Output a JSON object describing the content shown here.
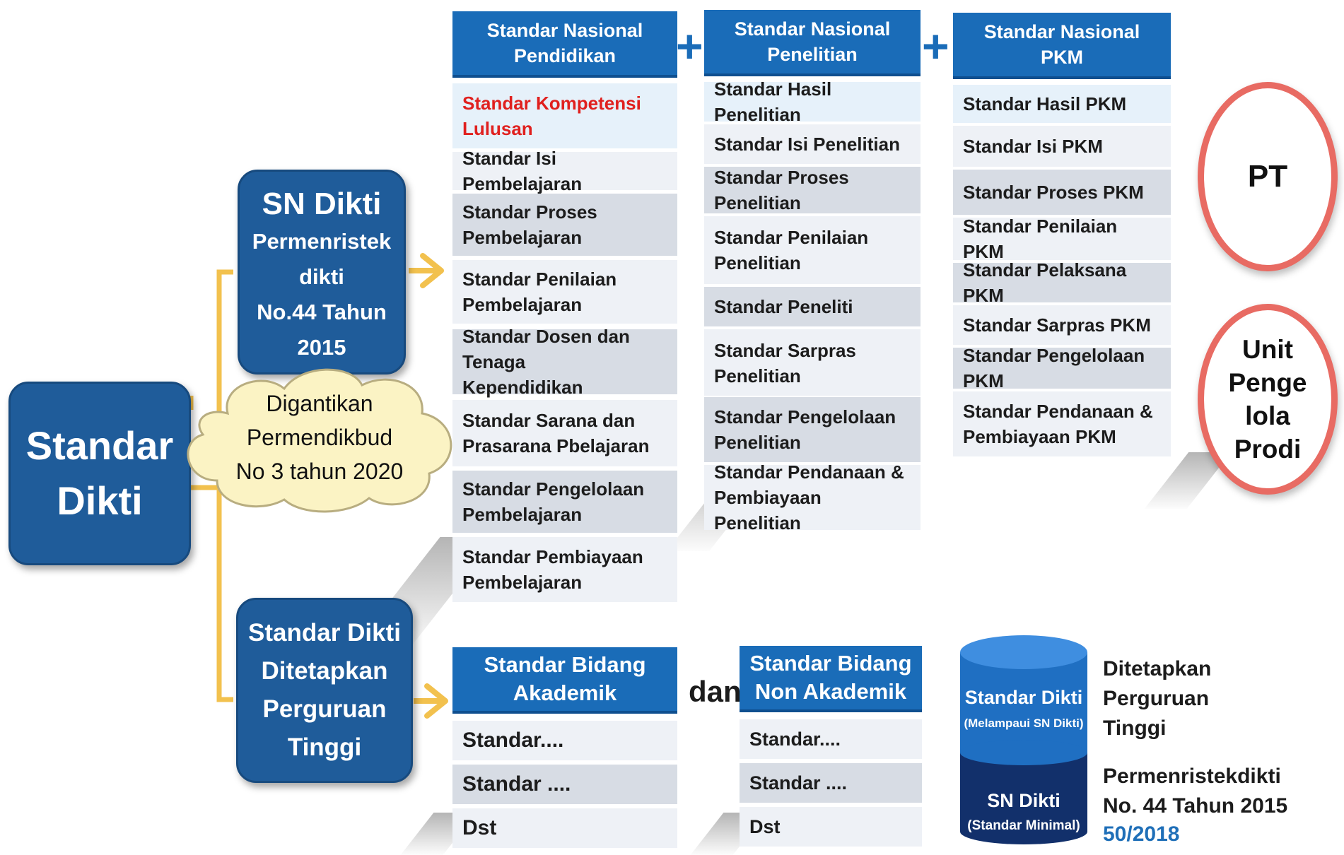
{
  "left": {
    "root": [
      "Standar",
      "Dikti"
    ],
    "sn_dikti": {
      "title": "SN Dikti",
      "lines": [
        "Permenristek",
        "dikti",
        "No.44 Tahun",
        "2015"
      ]
    },
    "cloud": [
      "Digantikan",
      "Permendikbud",
      "No 3 tahun 2020"
    ],
    "pt_box": [
      "Standar Dikti",
      "Ditetapkan",
      "Perguruan",
      "Tinggi"
    ]
  },
  "col1": {
    "header": [
      "Standar Nasional",
      "Pendidikan"
    ],
    "rows": [
      [
        "Standar Kompetensi",
        "Lulusan"
      ],
      [
        "Standar Isi Pembelajaran"
      ],
      [
        "Standar Proses",
        "Pembelajaran"
      ],
      [
        "Standar Penilaian",
        "Pembelajaran"
      ],
      [
        "Standar Dosen dan Tenaga",
        "Kependidikan"
      ],
      [
        "Standar Sarana dan",
        "Prasarana  Pbelajaran"
      ],
      [
        "Standar Pengelolaan",
        "Pembelajaran"
      ],
      [
        "Standar Pembiayaan",
        "Pembelajaran"
      ]
    ]
  },
  "col2": {
    "header": [
      "Standar Nasional",
      "Penelitian"
    ],
    "rows": [
      [
        "Standar Hasil Penelitian"
      ],
      [
        "Standar Isi Penelitian"
      ],
      [
        "Standar Proses Penelitian"
      ],
      [
        "Standar Penilaian",
        "Penelitian"
      ],
      [
        "Standar Peneliti"
      ],
      [
        "Standar Sarpras Penelitian"
      ],
      [
        "Standar Pengelolaan",
        "Penelitian"
      ],
      [
        "Standar Pendanaan &",
        "Pembiayaan Penelitian"
      ]
    ]
  },
  "col3": {
    "header": [
      "Standar Nasional",
      "PKM"
    ],
    "rows": [
      [
        "Standar Hasil PKM"
      ],
      [
        "Standar Isi PKM"
      ],
      [
        "Standar Proses PKM"
      ],
      [
        "Standar Penilaian PKM"
      ],
      [
        "Standar Pelaksana PKM"
      ],
      [
        "Standar Sarpras PKM"
      ],
      [
        "Standar Pengelolaan PKM"
      ],
      [
        "Standar Pendanaan &",
        "Pembiayaan PKM"
      ]
    ]
  },
  "plus_sign": "+",
  "circles": {
    "pt": [
      "PT"
    ],
    "upps": [
      "Unit",
      "Penge",
      "lola",
      "Prodi"
    ]
  },
  "bottom": {
    "akademik": {
      "header": [
        "Standar Bidang",
        "Akademik"
      ],
      "rows": [
        "Standar....",
        "Standar ....",
        "Dst"
      ]
    },
    "dan": "dan",
    "non_akademik": {
      "header": [
        "Standar Bidang",
        "Non Akademik"
      ],
      "rows": [
        "Standar....",
        "Standar ....",
        "Dst"
      ]
    },
    "cylinder": {
      "top_title": "Standar Dikti",
      "top_sub": "(Melampaui SN Dikti)",
      "bottom_title": "SN Dikti",
      "bottom_sub": "(Standar Minimal)"
    },
    "note1": [
      "Ditetapkan",
      "Perguruan",
      "Tinggi"
    ],
    "note2": [
      "Permenristekdikti",
      "No. 44 Tahun 2015"
    ],
    "note3": "50/2018"
  },
  "colors": {
    "box_blue": "#1f5c9a",
    "header_blue": "#1a6cb8",
    "connector_yellow": "#f2c14e",
    "circle_red": "#e86b63",
    "cloud_fill": "#fbf3c4",
    "highlight_red": "#e0201e",
    "regulation_blue": "#1f6fb8"
  }
}
